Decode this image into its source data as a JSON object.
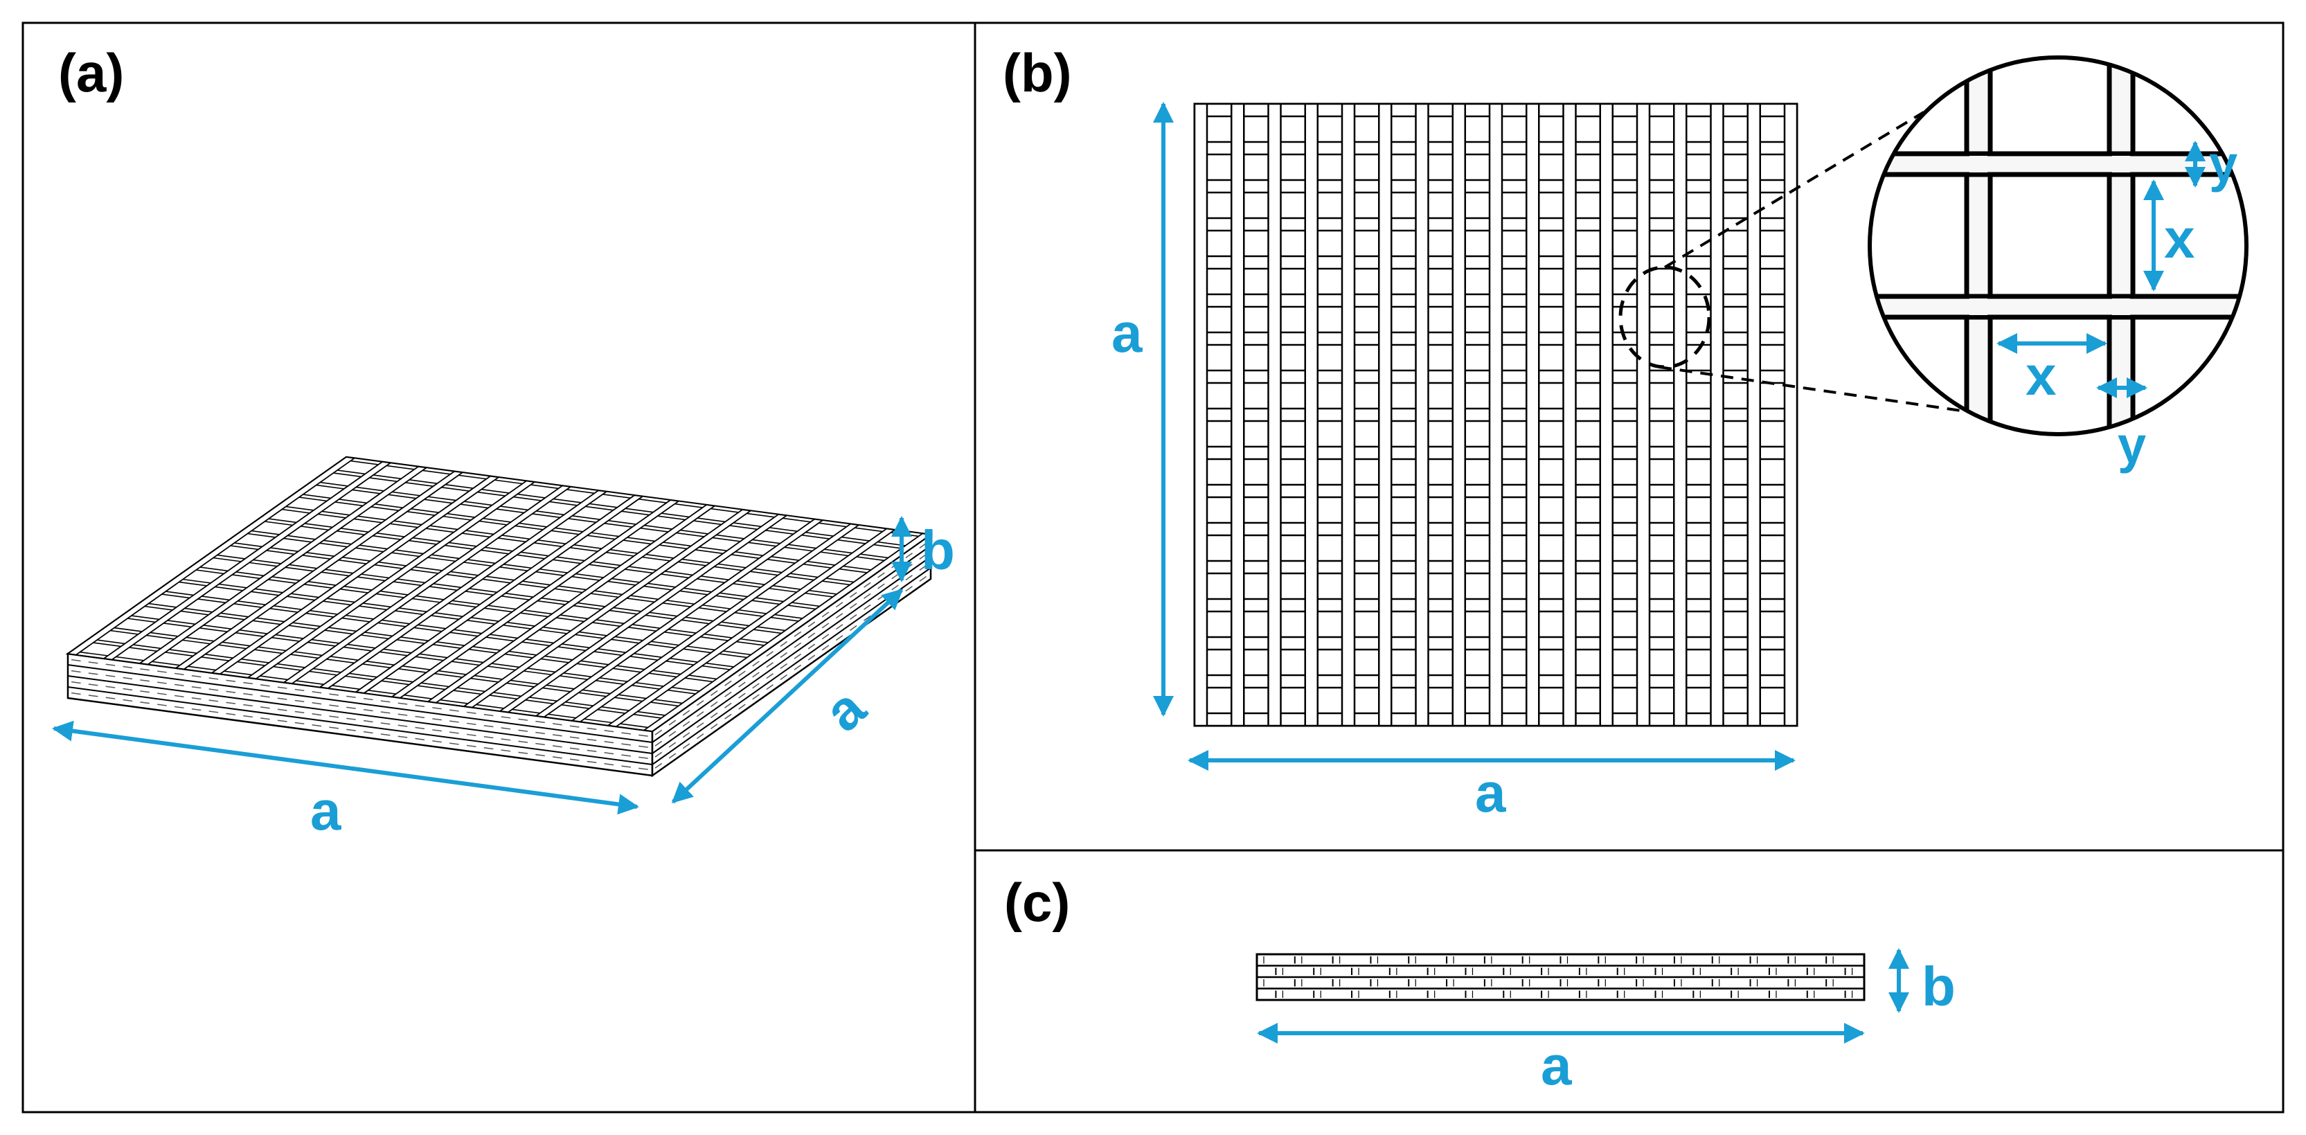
{
  "panels": {
    "a": {
      "label": "(a)"
    },
    "b": {
      "label": "(b)"
    },
    "c": {
      "label": "(c)"
    }
  },
  "dimensions": {
    "a": "a",
    "b": "b",
    "x": "x",
    "y": "y"
  },
  "colors": {
    "dimension": "#1a9ed6",
    "lattice": "#000000",
    "border": "#000000"
  }
}
